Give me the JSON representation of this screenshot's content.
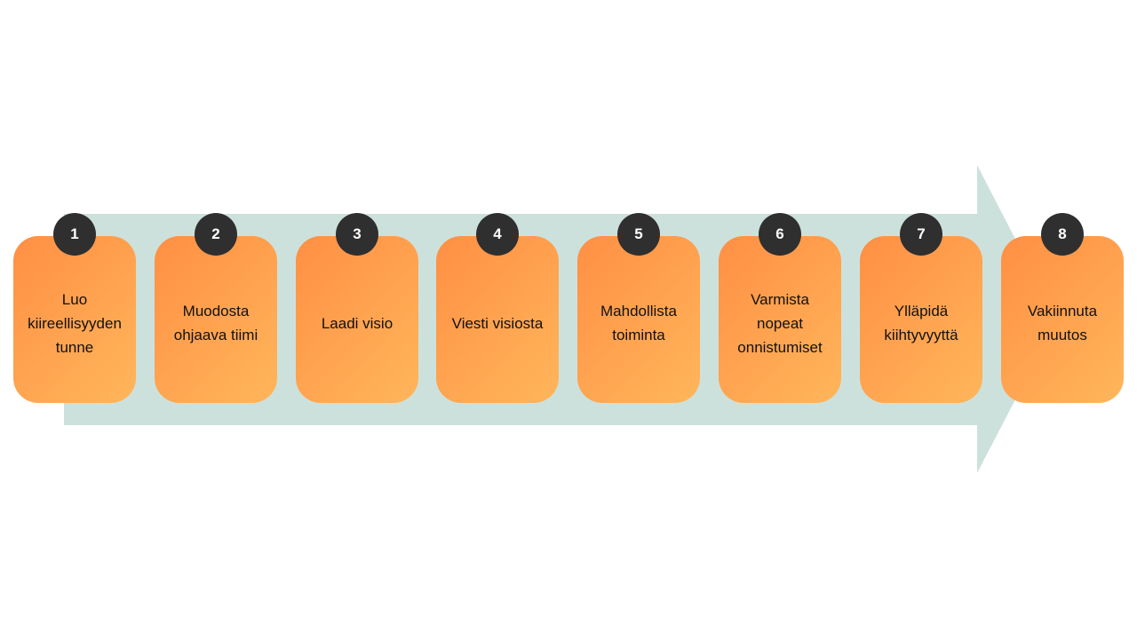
{
  "colors": {
    "arrow": "#cde1dc",
    "box_start": "#ff8f44",
    "box_end": "#ffb65b",
    "badge": "#2f2f2f",
    "badge_text": "#ffffff",
    "text": "#111111"
  },
  "steps": [
    {
      "number": "1",
      "label": "Luo\nkiireellisyyden\ntunne"
    },
    {
      "number": "2",
      "label": "Muodosta\nohjaava tiimi"
    },
    {
      "number": "3",
      "label": "Laadi visio"
    },
    {
      "number": "4",
      "label": "Viesti visiosta"
    },
    {
      "number": "5",
      "label": "Mahdollista\ntoiminta"
    },
    {
      "number": "6",
      "label": "Varmista\nnopeat\nonnistumiset"
    },
    {
      "number": "7",
      "label": "Ylläpidä\nkiihtyvyyttä"
    },
    {
      "number": "8",
      "label": "Vakiinnuta\nmuutos"
    }
  ]
}
